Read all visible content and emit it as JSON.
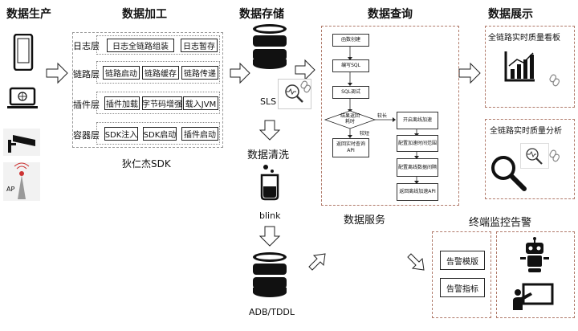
{
  "titles": {
    "production": "数据生产",
    "processing": "数据加工",
    "storage": "数据存储",
    "query": "数据查询",
    "display": "数据展示",
    "cleaning": "数据清洗",
    "service": "数据服务",
    "alerting": "终端监控告警"
  },
  "sdk": {
    "name": "狄仁杰SDK",
    "layers": [
      {
        "label": "日志层",
        "boxes": [
          "日志全链路组装",
          "日志暂存"
        ]
      },
      {
        "label": "链路层",
        "boxes": [
          "链路启动",
          "链路缓存",
          "链路传递"
        ]
      },
      {
        "label": "插件层",
        "boxes": [
          "插件加载",
          "字节码增强",
          "载入JVM"
        ]
      },
      {
        "label": "容器层",
        "boxes": [
          "SDK注入",
          "SDK启动",
          "插件启动"
        ]
      }
    ]
  },
  "storage": {
    "sls": "SLS",
    "blink": "blink",
    "adb": "ADB/TDDL"
  },
  "flow": {
    "create_func": "函数创建",
    "write_sql": "编写SQL",
    "debug_sql": "SQL调试",
    "decision": "结果返回耗时",
    "long": "较长",
    "short": "较短",
    "return_realtime": "返回实时查询API",
    "enable_offline": "开启离线加速",
    "config_time": "配置加速时间范围",
    "config_interval": "配置离线数据间隔",
    "return_offline": "返回离线加速API"
  },
  "display": {
    "board": "全链路实时质量看板",
    "analysis": "全链路实时质量分析"
  },
  "alerts": {
    "template": "告警模版",
    "indicator": "告警指标"
  },
  "icons": [
    "phone-icon",
    "laptop-icon",
    "camera-icon",
    "router-icon",
    "database-icon",
    "chart-icon",
    "magnifier-icon",
    "robot-icon",
    "presenter-icon",
    "link-icon",
    "beaker-icon"
  ]
}
